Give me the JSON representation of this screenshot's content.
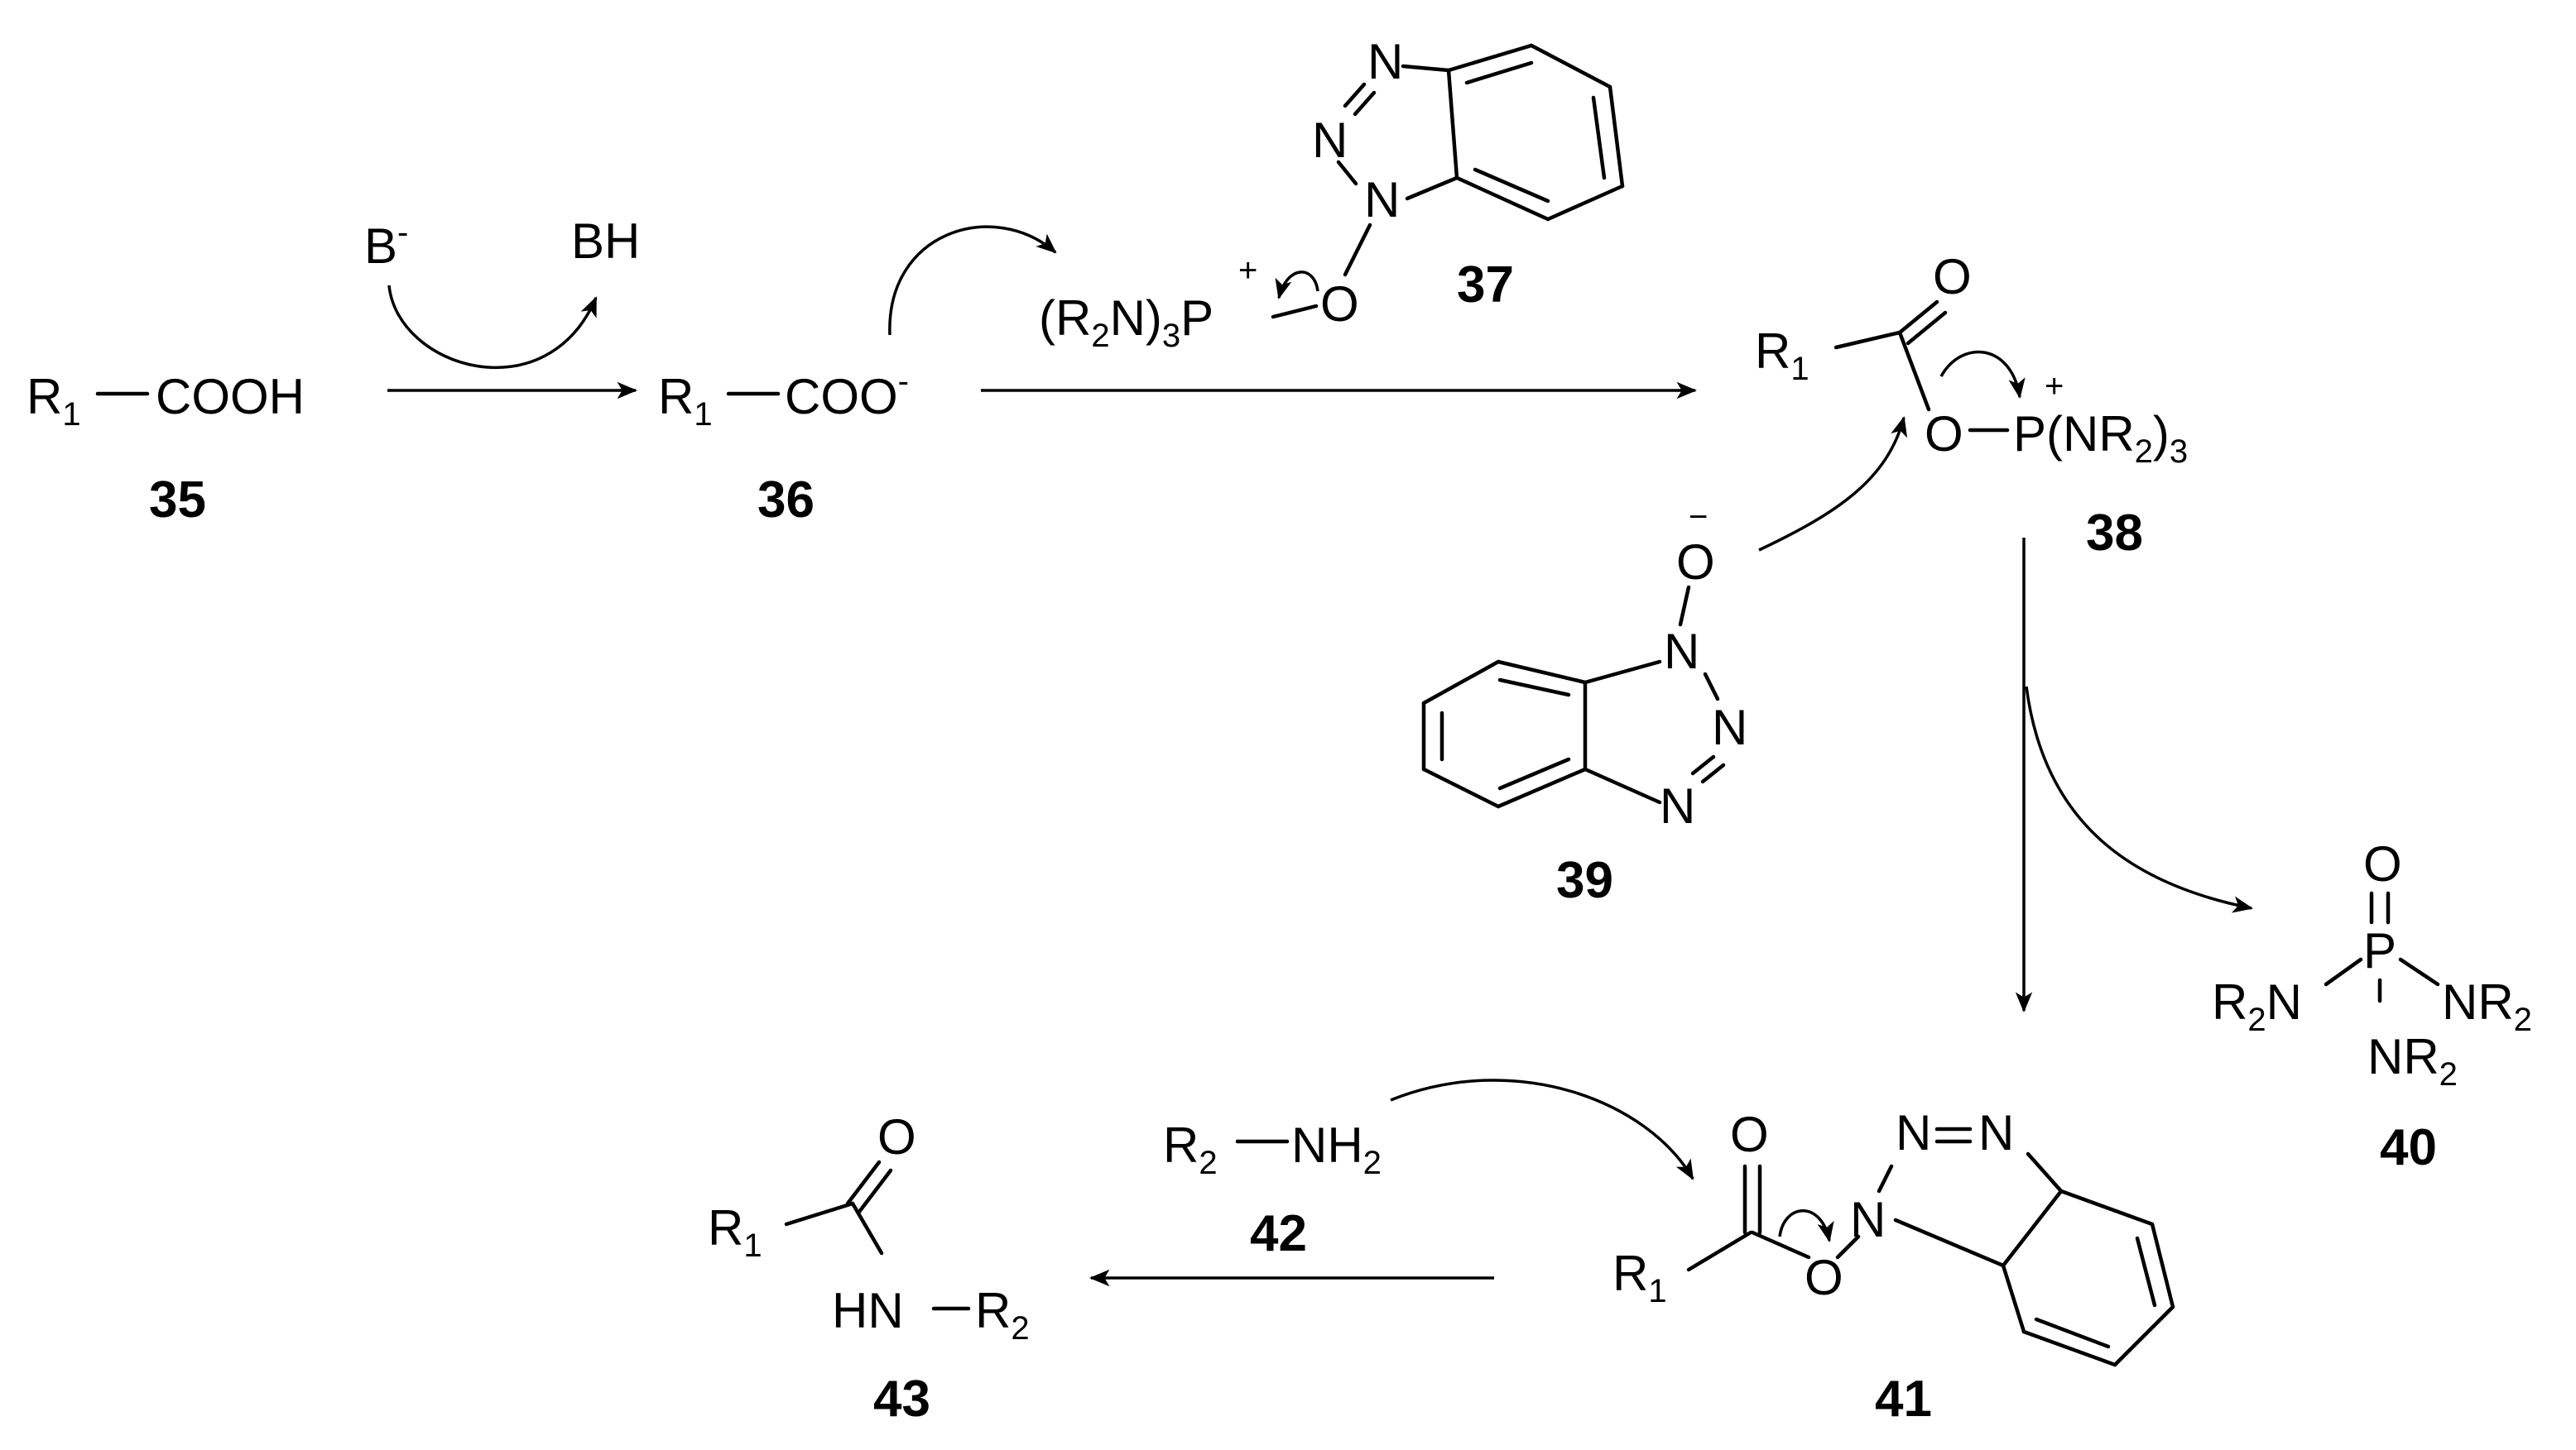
{
  "compounds": {
    "c35": {
      "label": "35",
      "r": "R",
      "r_sub": "1",
      "group": "COOH"
    },
    "c36": {
      "label": "36",
      "r": "R",
      "r_sub": "1",
      "group": "COO",
      "charge": "-"
    },
    "c37": {
      "label": "37",
      "ligand_open": "(R",
      "ligand_sub": "2",
      "ligand_close": "N)",
      "ligand_count": "3",
      "p": "P",
      "p_charge": "+",
      "o": "O",
      "n_a": "N",
      "n_b": "N",
      "n_c": "N"
    },
    "c38": {
      "label": "38",
      "r": "R",
      "r_sub": "1",
      "carbonyl_o": "O",
      "ester_o": "O",
      "p": "P",
      "p_charge": "+",
      "ligand_open": "(NR",
      "ligand_sub": "2",
      "ligand_close": ")",
      "ligand_count": "3"
    },
    "c39": {
      "label": "39",
      "o": "O",
      "o_charge": "−",
      "n_a": "N",
      "n_b": "N",
      "n_c": "N"
    },
    "c40": {
      "label": "40",
      "o": "O",
      "p": "P",
      "left": "R",
      "left_sub": "2",
      "left_n": "N",
      "right": "NR",
      "right_sub": "2",
      "bottom": "NR",
      "bottom_sub": "2"
    },
    "c41": {
      "label": "41",
      "r": "R",
      "r_sub": "1",
      "carbonyl_o": "O",
      "ester_o": "O",
      "n_a": "N",
      "n_b": "N",
      "n_c": "N"
    },
    "c42": {
      "label": "42",
      "r": "R",
      "r_sub": "2",
      "amine": "NH",
      "amine_sub": "2"
    },
    "c43": {
      "label": "43",
      "r": "R",
      "r_sub": "1",
      "o": "O",
      "hn": "HN",
      "r2": "R",
      "r2_sub": "2"
    }
  },
  "base": {
    "reactant": "B",
    "reactant_charge": "-",
    "product": "BH"
  }
}
